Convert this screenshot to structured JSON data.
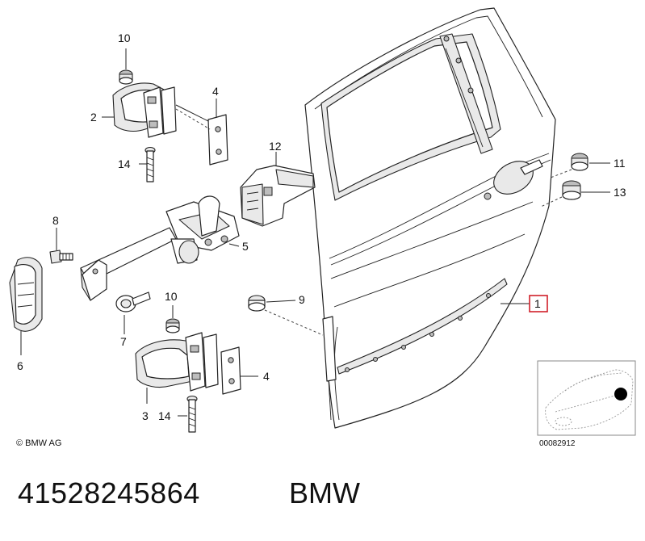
{
  "diagram": {
    "callouts": {
      "c1": "1",
      "c2": "2",
      "c3": "3",
      "c4a": "4",
      "c4b": "4",
      "c5": "5",
      "c6": "6",
      "c7": "7",
      "c8": "8",
      "c9": "9",
      "c10a": "10",
      "c10b": "10",
      "c11": "11",
      "c12": "12",
      "c13": "13",
      "c14a": "14",
      "c14b": "14"
    },
    "highlighted_callout": "1",
    "highlight_color": "#d0202a",
    "copyright": "© BMW AG",
    "image_number": "00082912"
  },
  "footer": {
    "part_number": "41528245864",
    "brand": "BMW"
  }
}
